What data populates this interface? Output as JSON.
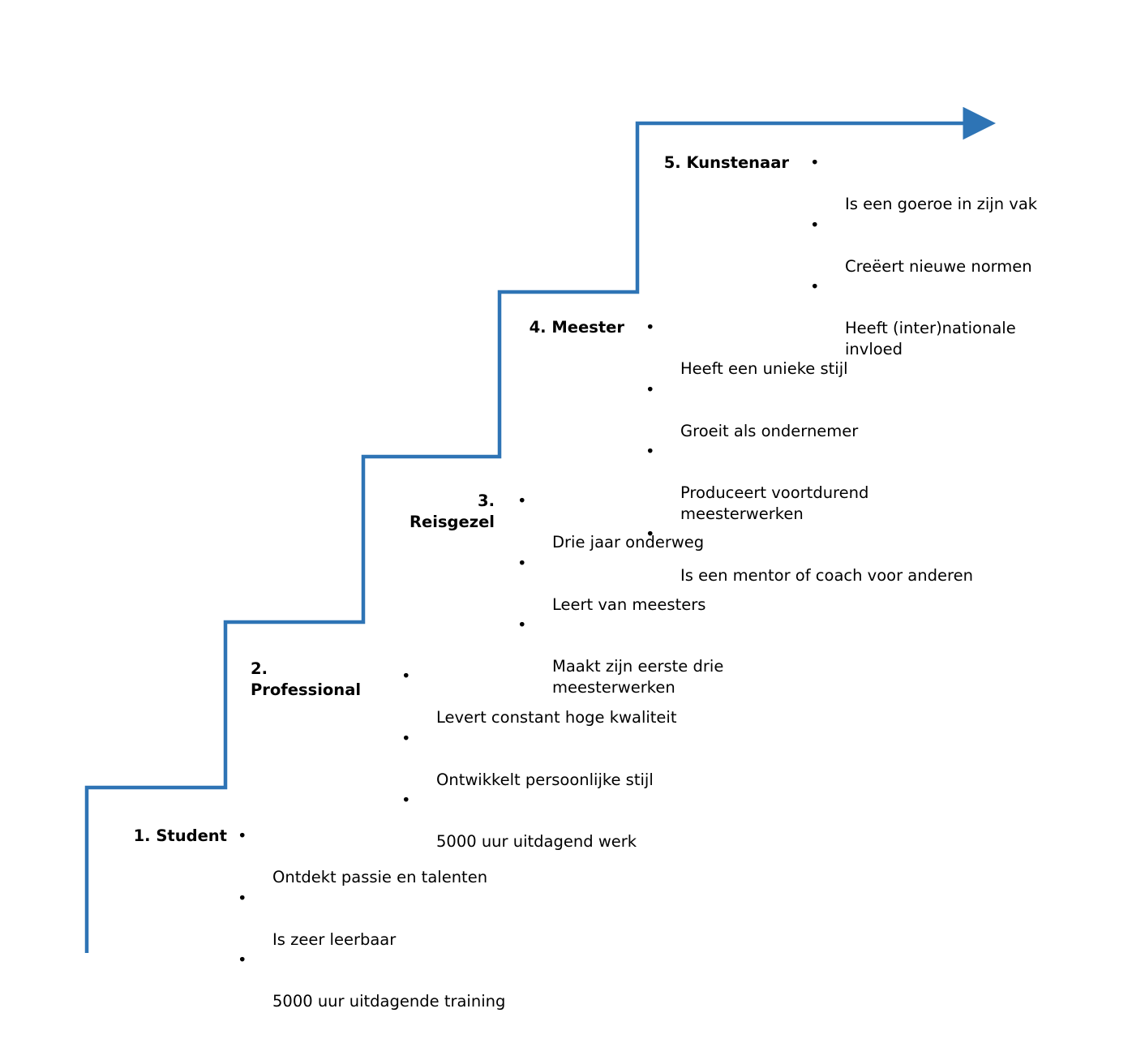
{
  "diagram": {
    "title": "Staircase of craftsmanship levels",
    "language": "nl",
    "line_color": "#2E74B5",
    "text_color": "#000000",
    "background_color": "#FFFFFF",
    "bullet_glyph": "•",
    "arrow_direction": "right"
  },
  "steps": [
    {
      "id": "step-1",
      "label": "1. Student",
      "label_align": "right",
      "bullets": [
        "Ontdekt passie en talenten",
        "Is zeer leerbaar",
        "5000 uur uitdagende training"
      ]
    },
    {
      "id": "step-2",
      "label": "2.\nProfessional",
      "label_align": "left",
      "bullets": [
        "Levert constant hoge kwaliteit",
        "Ontwikkelt persoonlijke stijl",
        "5000 uur uitdagend werk"
      ]
    },
    {
      "id": "step-3",
      "label": "3. Reisgezel",
      "label_align": "right",
      "bullets": [
        "Drie jaar onderweg",
        "Leert van meesters",
        "Maakt zijn eerste drie\nmeesterwerken"
      ]
    },
    {
      "id": "step-4",
      "label": "4. Meester",
      "label_align": "right",
      "bullets": [
        "Heeft een unieke stijl",
        "Groeit als ondernemer",
        "Produceert voortdurend\nmeesterwerken",
        "Is een mentor of coach voor anderen"
      ]
    },
    {
      "id": "step-5",
      "label": "5. Kunstenaar",
      "label_align": "right",
      "bullets": [
        "Is een goeroe in zijn vak",
        "Creëert nieuwe normen",
        "Heeft (inter)nationale\ninvloed"
      ]
    }
  ]
}
